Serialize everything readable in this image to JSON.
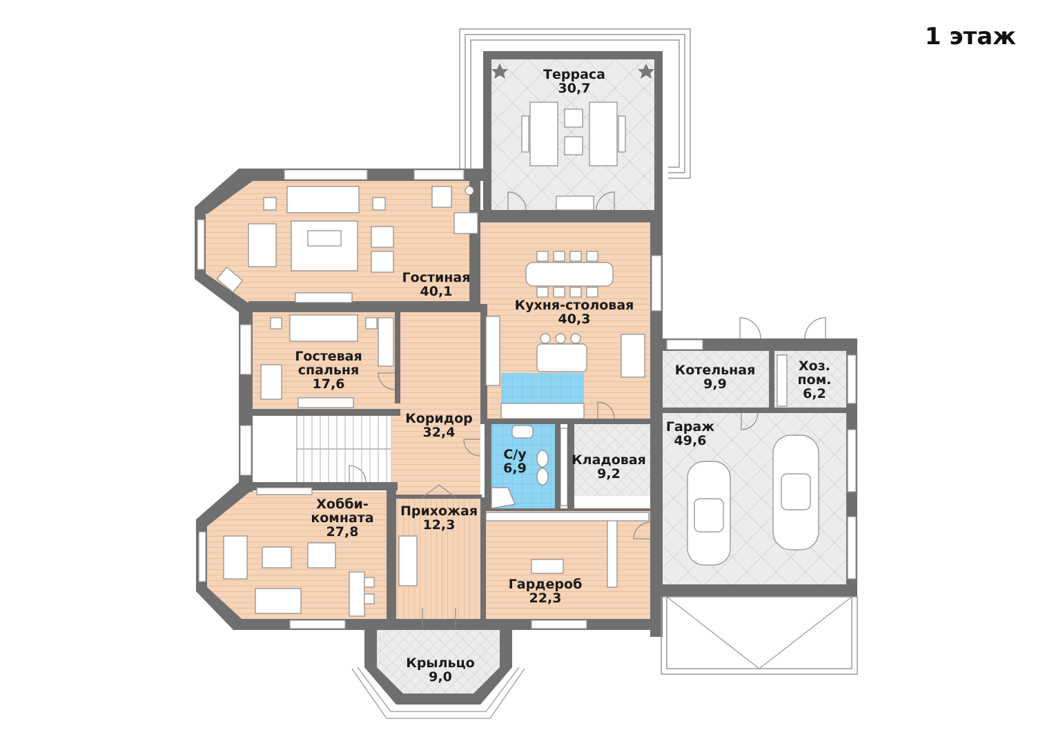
{
  "plan": {
    "floor_title": "1 этаж",
    "colors": {
      "wood_floor": "#f5d3b7",
      "tile_floor": "#e7e7e7",
      "wet_tile": "#8fd3f0",
      "wall": "#6f6f6f"
    },
    "rooms": [
      {
        "key": "terrace",
        "name": "Терраса",
        "area": "30,7"
      },
      {
        "key": "living",
        "name": "Гостиная",
        "area": "40,1"
      },
      {
        "key": "kitchen",
        "name": "Кухня-столовая",
        "area": "40,3"
      },
      {
        "key": "guest",
        "name_lines": [
          "Гостевая",
          "спальня"
        ],
        "area": "17,6"
      },
      {
        "key": "corridor",
        "name": "Коридор",
        "area": "32,4"
      },
      {
        "key": "bath",
        "name": "С/у",
        "area": "6,9"
      },
      {
        "key": "pantry",
        "name": "Кладовая",
        "area": "9,2"
      },
      {
        "key": "boiler",
        "name": "Котельная",
        "area": "9,9"
      },
      {
        "key": "utility",
        "name_lines": [
          "Хоз.",
          "пом."
        ],
        "area": "6,2"
      },
      {
        "key": "garage",
        "name": "Гараж",
        "area": "49,6"
      },
      {
        "key": "hobby",
        "name_lines": [
          "Хобби-",
          "комната"
        ],
        "area": "27,8"
      },
      {
        "key": "hall",
        "name": "Прихожая",
        "area": "12,3"
      },
      {
        "key": "wardrobe",
        "name": "Гардероб",
        "area": "22,3"
      },
      {
        "key": "porch",
        "name": "Крыльцо",
        "area": "9,0"
      }
    ]
  }
}
